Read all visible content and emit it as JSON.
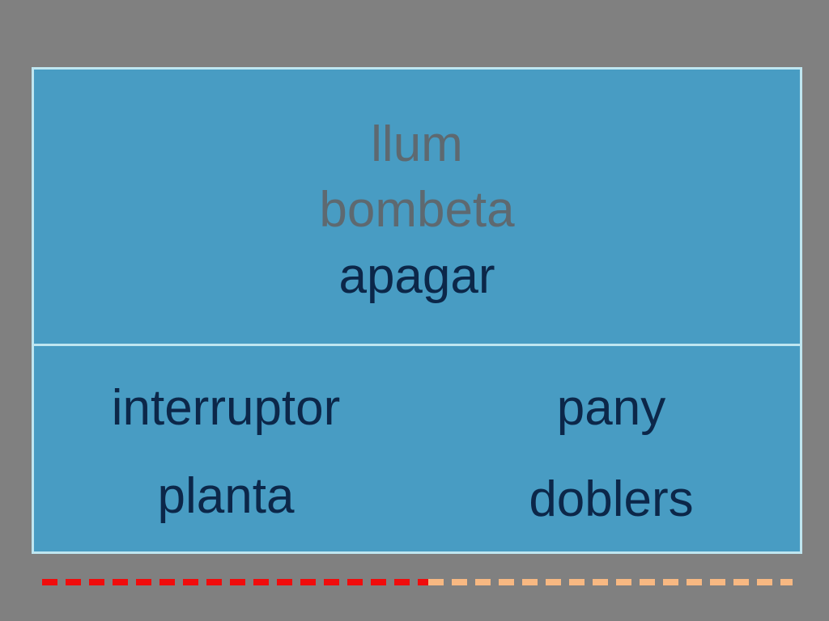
{
  "prompt": {
    "word": "apagar",
    "taboo_words": [
      "llum",
      "bombeta"
    ]
  },
  "options": [
    "interruptor",
    "pany",
    "planta",
    "doblers"
  ],
  "timer": {
    "elapsed_fraction": 0.515
  },
  "colors": {
    "background": "#808080",
    "card": "#489CC3",
    "card_border": "#BFE6F0",
    "text_dark": "#0C2749",
    "text_dim": "#5E6970",
    "timer_used": "#F00C0C",
    "timer_left": "#F7B882"
  }
}
